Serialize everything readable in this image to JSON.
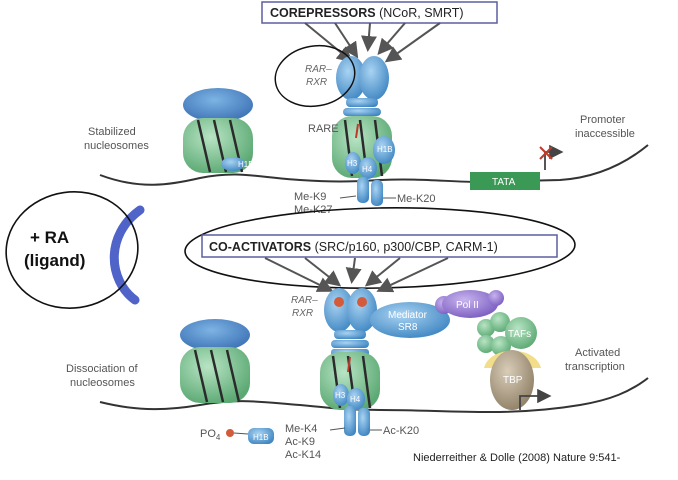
{
  "corepressors": {
    "title": "COREPRESSORS",
    "detail": " (NCoR, SMRT)"
  },
  "top": {
    "rar_rxr_1": "RAR–",
    "rar_rxr_2": "RXR",
    "stabilized_1": "Stabilized",
    "stabilized_2": "nucleosomes",
    "rare": "RARE",
    "promoter_1": "Promoter",
    "promoter_2": "inaccessible",
    "h1b": "H1B",
    "h3": "H3",
    "h4": "H4",
    "h1b_right": "H1B",
    "me_k9": "Me-K9",
    "me_k27": "Me-K27",
    "me_k20": "Me-K20",
    "tata": "TATA"
  },
  "ligand": {
    "line1": "+ RA",
    "line2": "(ligand)"
  },
  "coactivators": {
    "title": "CO-ACTIVATORS",
    "detail": " (SRC/p160, p300/CBP, CARM-1)"
  },
  "bottom": {
    "rar_rxr_1": "RAR–",
    "rar_rxr_2": "RXR",
    "mediator_1": "Mediator",
    "mediator_2": "SR8",
    "pol2": "Pol II",
    "tafs": "TAFs",
    "tbp": "TBP",
    "dissociation_1": "Dissociation of",
    "dissociation_2": "nucleosomes",
    "activated_1": "Activated",
    "activated_2": "transcription",
    "po4": "PO",
    "po4_sub": "4",
    "h1b": "H1B",
    "h3": "H3",
    "h4": "H4",
    "me_k4": "Me-K4",
    "ac_k9": "Ac-K9",
    "ac_k14": "Ac-K14",
    "ac_k20": "Ac-K20"
  },
  "citation": "Niederreither & Dolle (2008) Nature 9:541-",
  "colors": {
    "receptor_blue": "#6aa9d8",
    "nucleosome_green": "#86c79a",
    "tata_green": "#3a9a55",
    "pol2_purple": "#9b7fd0",
    "tbp_tan": "#b8a98e",
    "tbp_cap": "#f2de8a",
    "ligand_arc": "#4f63c9",
    "box_border": "#5a5fa0"
  }
}
